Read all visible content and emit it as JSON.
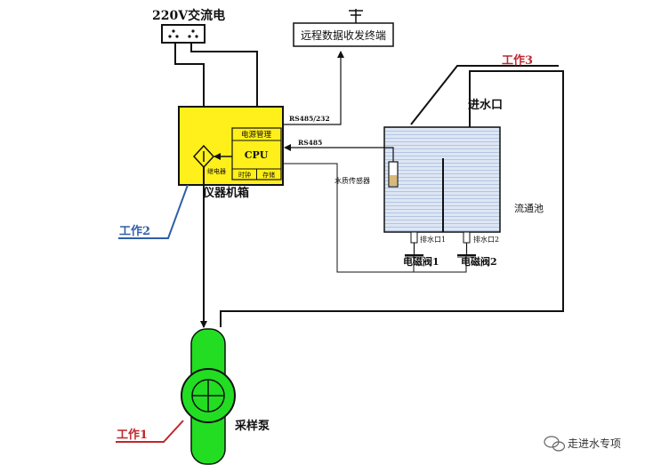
{
  "labels": {
    "power": "220V交流电",
    "remote_terminal": "远程数据收发终端",
    "work3": "工作3",
    "inlet": "进水口",
    "rs485_232": "RS485/232",
    "rs485": "RS485",
    "power_mgmt": "电源管理",
    "cpu": "CPU",
    "clock": "时钟",
    "storage": "存储",
    "relay": "继电器",
    "instrument_box": "仪器机箱",
    "water_sensor": "水质传感器",
    "flow_cell": "流通池",
    "drain1": "排水口1",
    "drain2": "排水口2",
    "valve1": "电磁阀1",
    "valve2": "电磁阀2",
    "work2": "工作2",
    "work1": "工作1",
    "pump": "采样泵"
  },
  "watermark": {
    "text": "走进水专项"
  },
  "colors": {
    "instrument_box": "#ffef1a",
    "pump": "#22dd22",
    "flow_cell": "#dde6f4",
    "work_red": "#c0282d",
    "work_blue": "#2f5fa8"
  }
}
